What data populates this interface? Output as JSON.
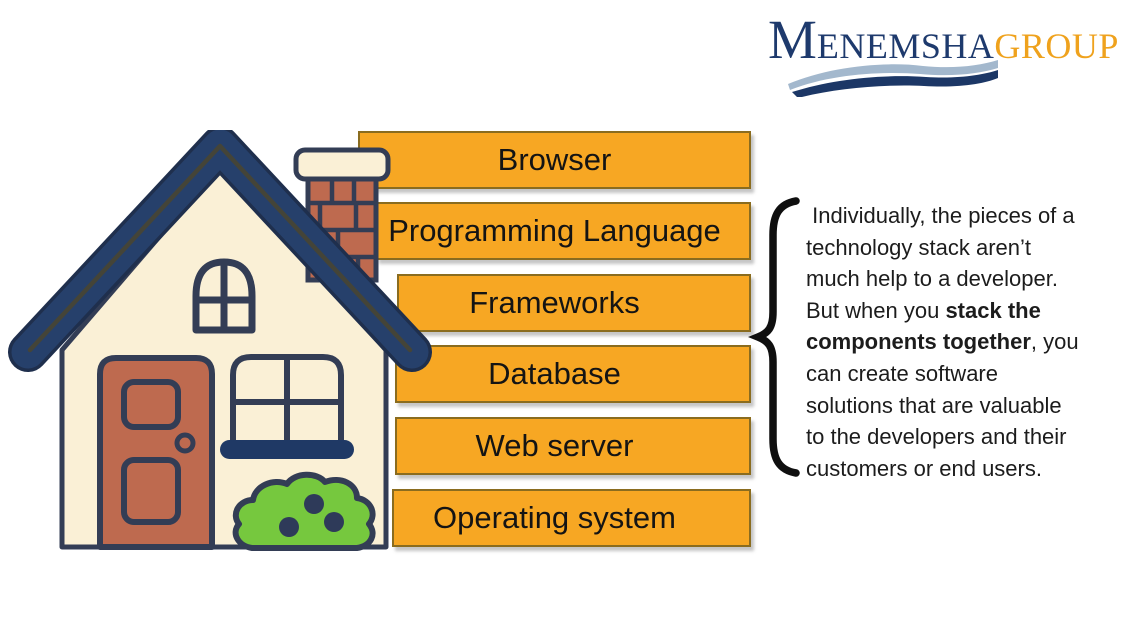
{
  "logo": {
    "name_initial": "M",
    "name_rest": "ENEMSHA",
    "suffix": "GROUP"
  },
  "stack": {
    "layers": [
      "Browser",
      "Programming Language",
      "Frameworks",
      "Database",
      "Web server",
      "Operating system"
    ]
  },
  "house_illustration": {
    "parts": [
      "roof",
      "chimney",
      "attic-window",
      "door",
      "window",
      "window-sill",
      "bush"
    ]
  },
  "annotation": {
    "brace_glyph": "{",
    "lines": [
      [
        {
          "text": " Individually, the pieces of a"
        }
      ],
      [
        {
          "text": "technology stack aren’t"
        }
      ],
      [
        {
          "text": "much help to a developer."
        }
      ],
      [
        {
          "text": "But when you "
        },
        {
          "text": "stack the",
          "bold": true
        }
      ],
      [
        {
          "text": "components together",
          "bold": true
        },
        {
          "text": ", you"
        }
      ],
      [
        {
          "text": "can create software"
        }
      ],
      [
        {
          "text": "solutions that are valuable"
        }
      ],
      [
        {
          "text": "to the developers and their"
        }
      ],
      [
        {
          "text": "customers or end users."
        }
      ]
    ]
  },
  "colors": {
    "bar_fill": "#F7A723",
    "bar_border": "#8A6C1F",
    "outline_navy": "#333D55",
    "roof_navy": "#26406B",
    "roof_stripe": "#4A452F",
    "wall_cream": "#FAF0D6",
    "door_terracotta": "#BE6A4F",
    "bush_green": "#76C83E",
    "sill_navy": "#1F3965",
    "logo_navy": "#1E3A6D",
    "logo_gold": "#EFA21D",
    "text_ink": "#161616"
  }
}
